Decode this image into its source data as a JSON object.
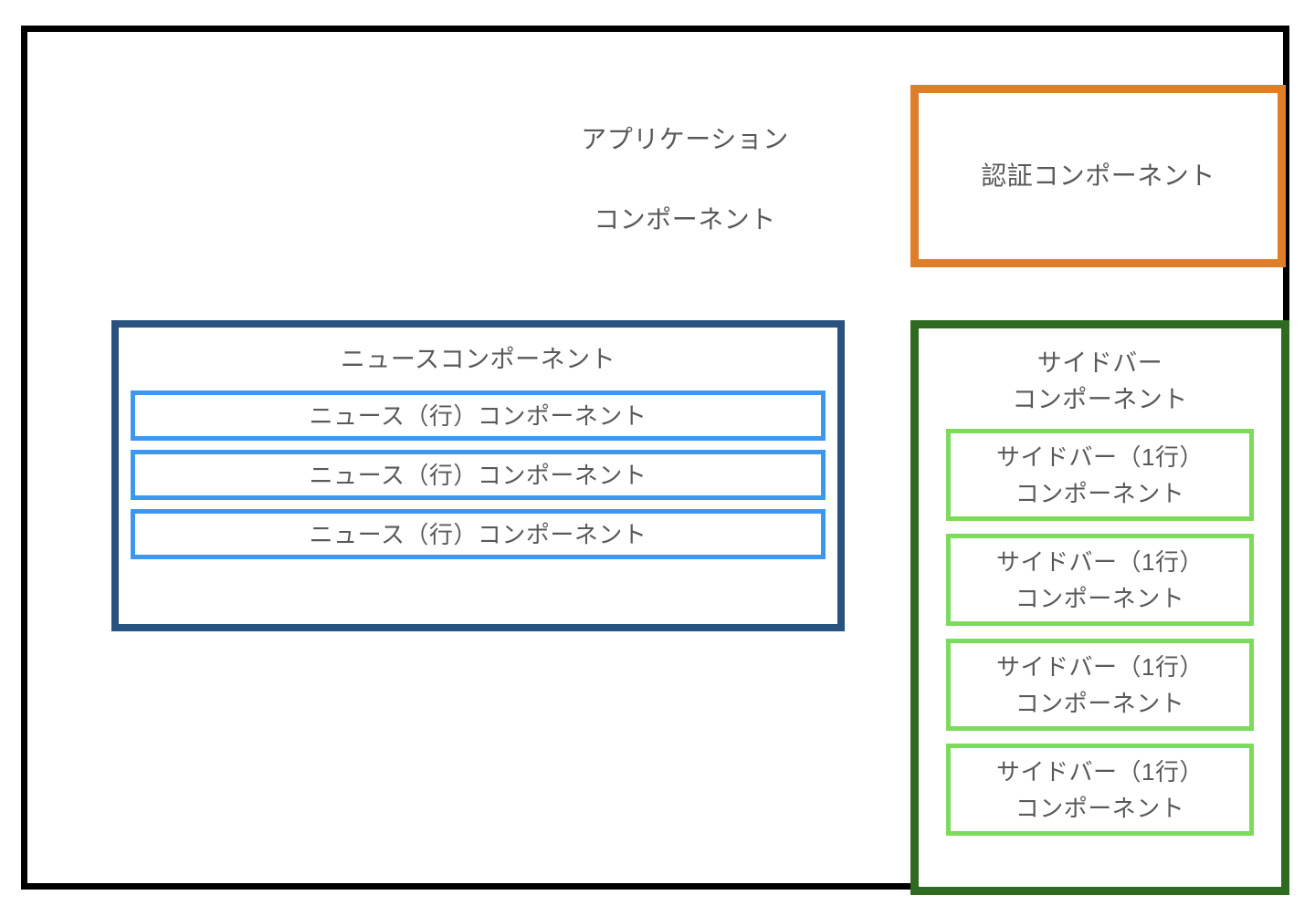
{
  "diagram": {
    "title_lines": [
      "アプリケーション",
      "コンポーネント"
    ],
    "frame_color": "#000000",
    "text_color": "#595959"
  },
  "auth_component": {
    "title": "認証コンポーネント",
    "border_color": "#DF7D29"
  },
  "news_component": {
    "title": "ニュースコンポーネント",
    "border_color": "#28527F",
    "row_border_color": "#3D97EE",
    "rows": [
      {
        "label": "ニュース（行）コンポーネント"
      },
      {
        "label": "ニュース（行）コンポーネント"
      },
      {
        "label": "ニュース（行）コンポーネント"
      }
    ]
  },
  "sidebar_component": {
    "title_lines": [
      "サイドバー",
      "コンポーネント"
    ],
    "border_color": "#2E6B20",
    "row_border_color": "#7DDB5C",
    "rows": [
      {
        "line1": "サイドバー（1行）",
        "line2": "コンポーネント"
      },
      {
        "line1": "サイドバー（1行）",
        "line2": "コンポーネント"
      },
      {
        "line1": "サイドバー（1行）",
        "line2": "コンポーネント"
      },
      {
        "line1": "サイドバー（1行）",
        "line2": "コンポーネント"
      }
    ]
  }
}
